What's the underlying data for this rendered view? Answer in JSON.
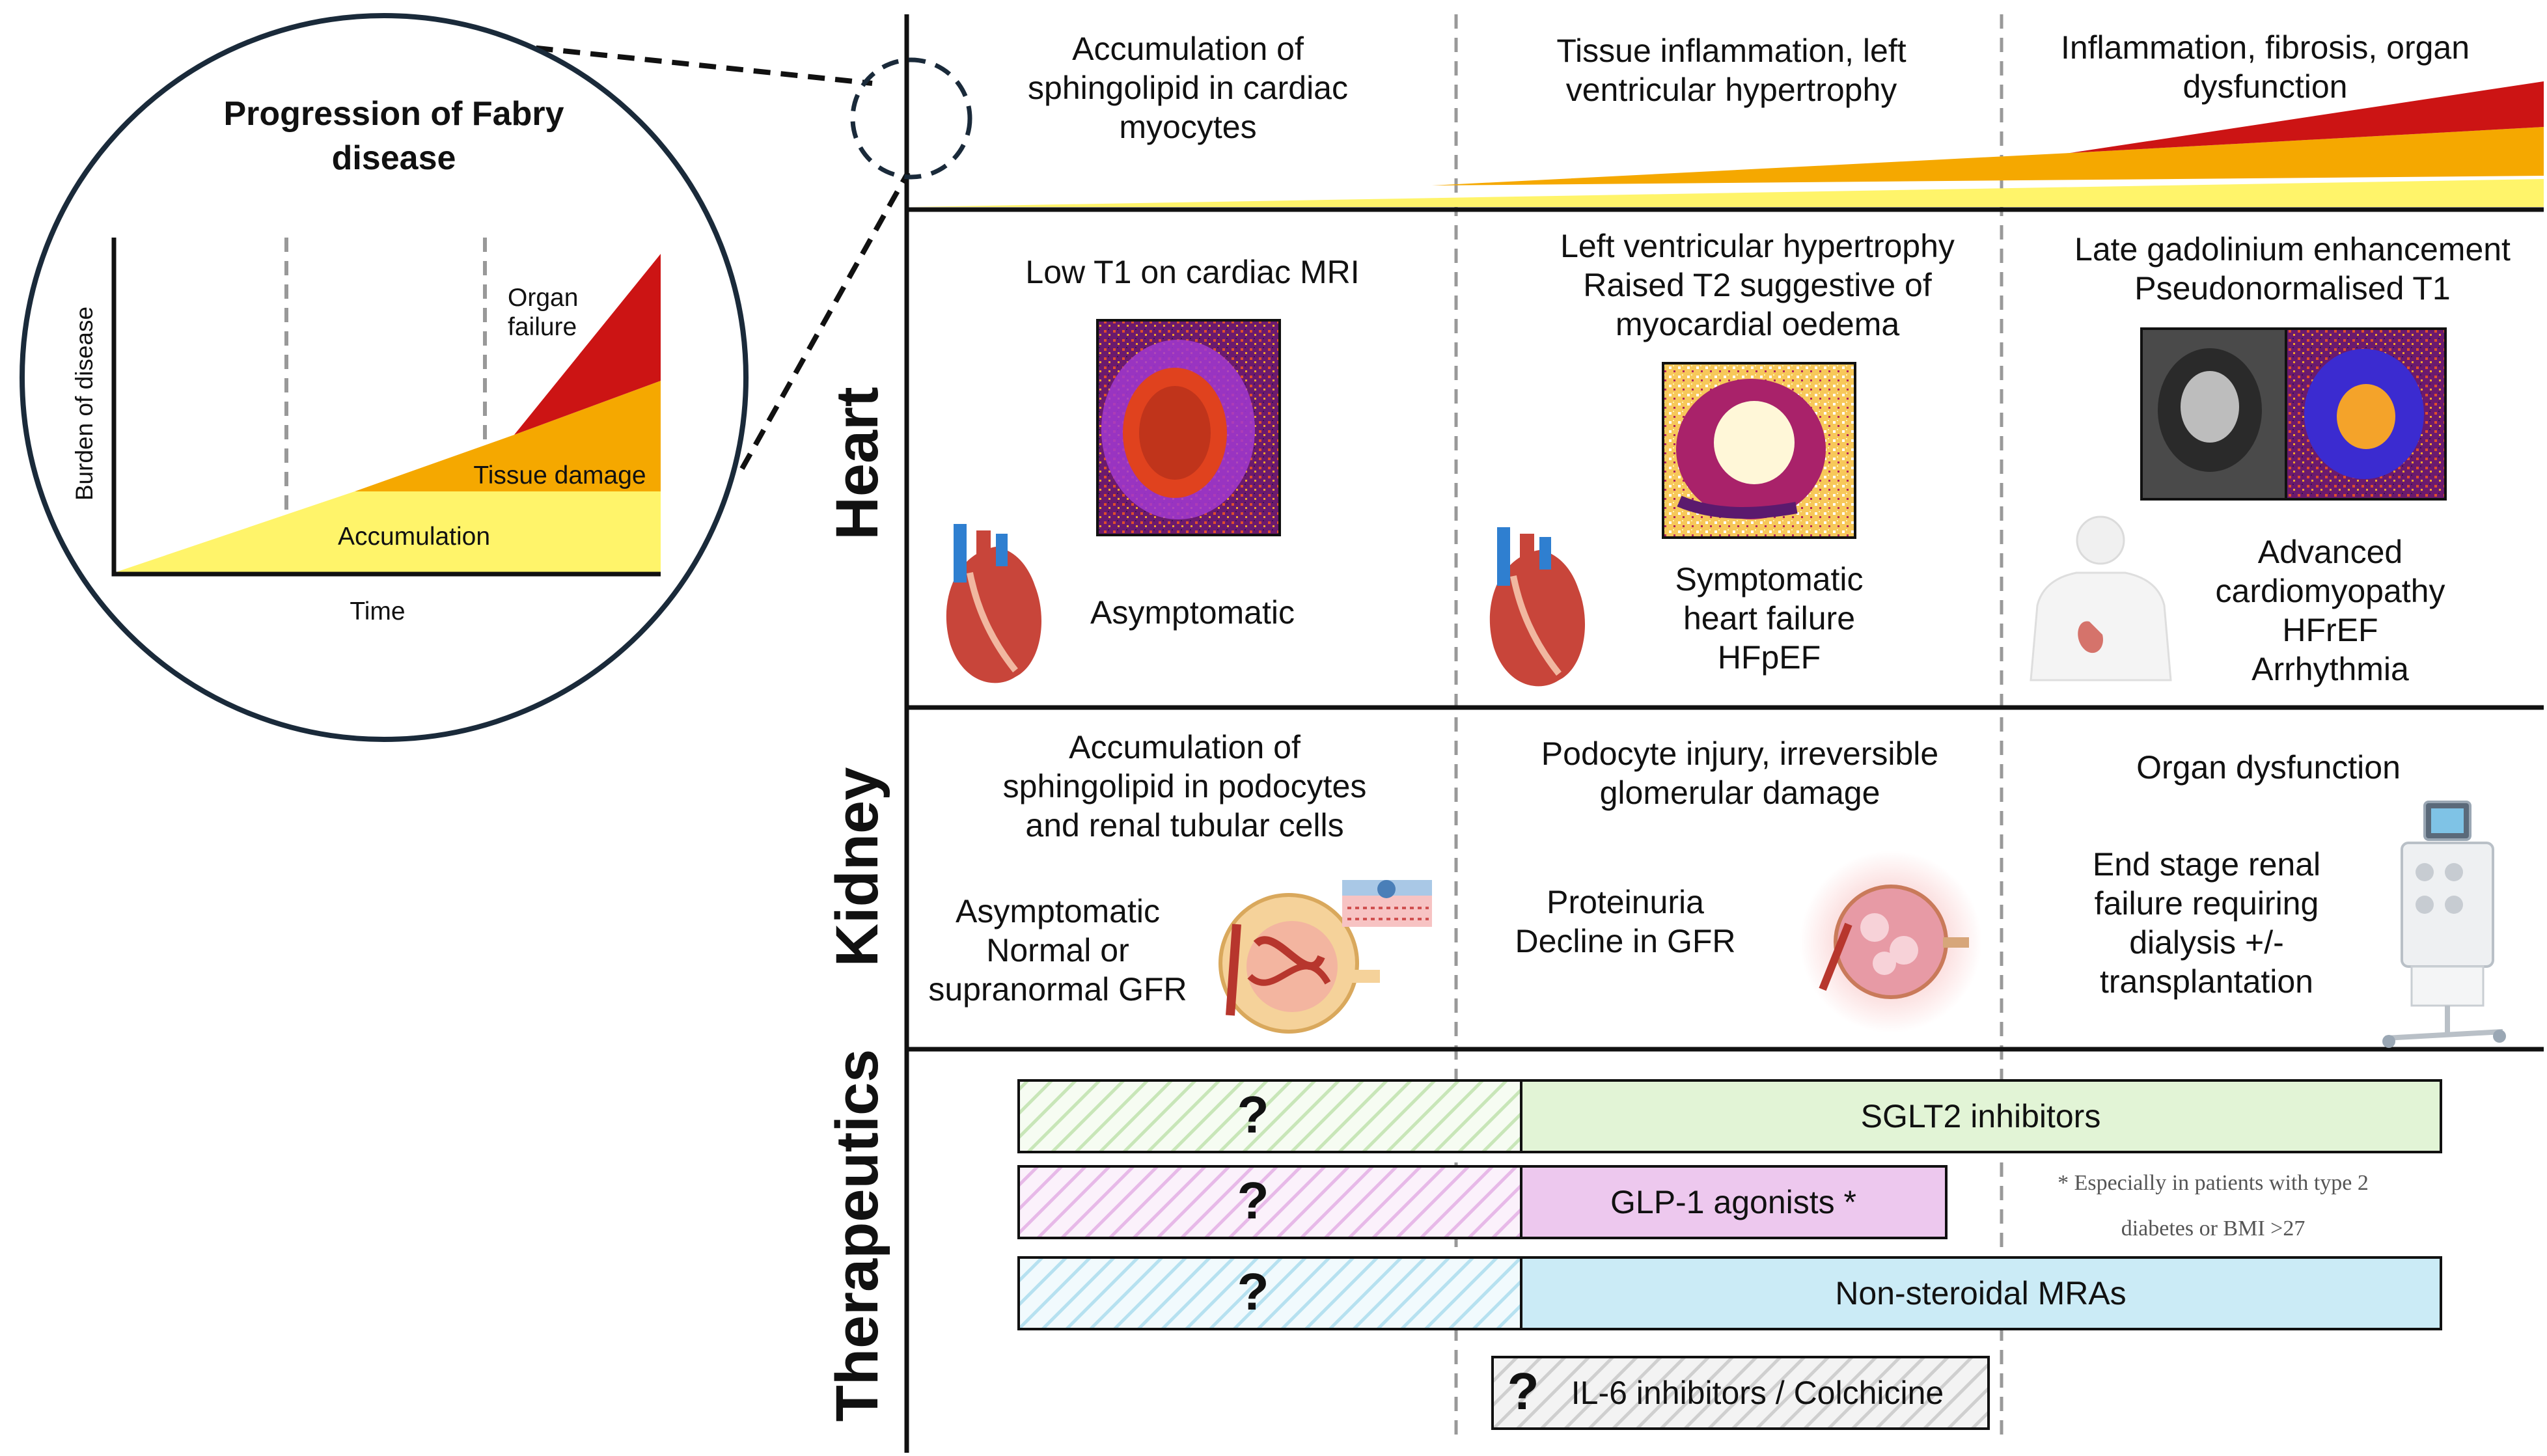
{
  "inset": {
    "title_line1": "Progression of Fabry",
    "title_line2": "disease",
    "y_axis_label": "Burden of disease",
    "x_axis_label": "Time",
    "band_accumulation": "Accumulation",
    "band_tissue_damage": "Tissue damage",
    "band_organ_failure_line1": "Organ",
    "band_organ_failure_line2": "failure"
  },
  "stages": {
    "stage1_line1": "Accumulation of",
    "stage1_line2": "sphingolipid in cardiac",
    "stage1_line3": "myocytes",
    "stage2_line1": "Tissue inflammation, left",
    "stage2_line2": "ventricular hypertrophy",
    "stage3_line1": "Inflammation, fibrosis, organ",
    "stage3_line2": "dysfunction"
  },
  "rows": {
    "heart": "Heart",
    "kidney": "Kidney",
    "therapeutics": "Therapeutics"
  },
  "heart": {
    "col1_imaging": "Low T1 on cardiac MRI",
    "col1_status": "Asymptomatic",
    "col2_imaging_line1": "Left ventricular hypertrophy",
    "col2_imaging_line2": "Raised T2 suggestive of",
    "col2_imaging_line3": "myocardial oedema",
    "col2_status_line1": "Symptomatic",
    "col2_status_line2": "heart failure",
    "col2_status_line3": "HFpEF",
    "col3_imaging_line1": "Late gadolinium enhancement",
    "col3_imaging_line2": "Pseudonormalised T1",
    "col3_status_line1": "Advanced",
    "col3_status_line2": "cardiomyopathy",
    "col3_status_line3": "HFrEF",
    "col3_status_line4": "Arrhythmia"
  },
  "kidney": {
    "col1_title_line1": "Accumulation of",
    "col1_title_line2": "sphingolipid in podocytes",
    "col1_title_line3": "and renal tubular cells",
    "col1_status_line1": "Asymptomatic",
    "col1_status_line2": "Normal or",
    "col1_status_line3": "supranormal GFR",
    "col2_title_line1": "Podocyte injury, irreversible",
    "col2_title_line2": "glomerular damage",
    "col2_status_line1": "Proteinuria",
    "col2_status_line2": "Decline in GFR",
    "col3_title": "Organ dysfunction",
    "col3_status_line1": "End stage renal",
    "col3_status_line2": "failure requiring",
    "col3_status_line3": "dialysis +/-",
    "col3_status_line4": "transplantation"
  },
  "therapeutics": {
    "unknown_mark": "?",
    "sglt2": "SGLT2 inhibitors",
    "glp1": "GLP-1 agonists *",
    "mra": "Non-steroidal MRAs",
    "il6": "IL-6 inhibitors / Colchicine",
    "footnote_line1": "* Especially in patients with type 2",
    "footnote_line2": "diabetes or BMI >27"
  },
  "colors": {
    "accumulation": "#FFF46A",
    "tissue_damage": "#F5A800",
    "organ_failure": "#CC1414",
    "sglt2": "#E2F4D6",
    "glp1": "#EDC8EE",
    "mra": "#CBEBF6",
    "il6": "#E3E3E3"
  }
}
